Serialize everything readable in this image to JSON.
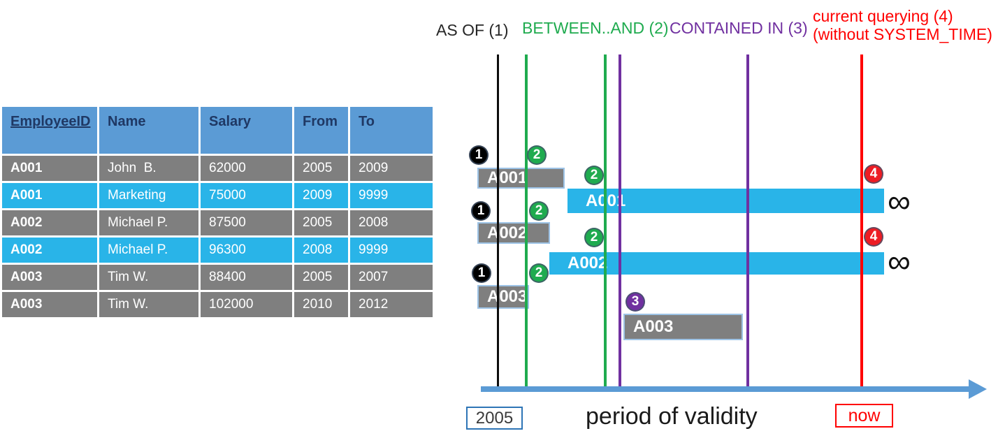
{
  "colors": {
    "header_blue": "#5B9BD5",
    "header_text": "#1F3864",
    "row_gray": "#7F7F7F",
    "row_cyan": "#29B4E8",
    "bar_border": "#9DC3E6",
    "axis_blue": "#5B9BD5",
    "green": "#1FAB4F",
    "purple": "#7030A0",
    "red": "#FF0000",
    "black_line": "#0D0D0D",
    "box_2005_border": "#2E75B6"
  },
  "table": {
    "headers": [
      "EmployeeID",
      "Name",
      "Salary",
      "From",
      "To"
    ],
    "rows": [
      {
        "cells": [
          "A001",
          "John  B.",
          "62000",
          "2005",
          "2009"
        ],
        "highlight": false
      },
      {
        "cells": [
          "A001",
          "Marketing",
          "75000",
          "2009",
          "9999"
        ],
        "highlight": true
      },
      {
        "cells": [
          "A002",
          "Michael P.",
          "87500",
          "2005",
          "2008"
        ],
        "highlight": false
      },
      {
        "cells": [
          "A002",
          "Michael P.",
          "96300",
          "2008",
          "9999"
        ],
        "highlight": true
      },
      {
        "cells": [
          "A003",
          "Tim W.",
          "88400",
          "2005",
          "2007"
        ],
        "highlight": false
      },
      {
        "cells": [
          "A003",
          "Tim W.",
          "102000",
          "2010",
          "2012"
        ],
        "highlight": false
      }
    ]
  },
  "legend": {
    "items": [
      {
        "label": "AS OF (1)",
        "color": "#262626"
      },
      {
        "label": "BETWEEN..AND (2)",
        "color": "#1FAB4F"
      },
      {
        "label": "CONTAINED IN (3)",
        "color": "#7030A0"
      },
      {
        "label": "current querying (4)",
        "label2": "(without SYSTEM_TIME)",
        "color": "#FF0000"
      }
    ]
  },
  "diagram": {
    "lines": [
      {
        "name": "as-of-line",
        "color": "#0D0D0D"
      },
      {
        "name": "between-start-line",
        "color": "#1FAB4F"
      },
      {
        "name": "between-end-line",
        "color": "#1FAB4F"
      },
      {
        "name": "contained-start-line",
        "color": "#7030A0"
      },
      {
        "name": "contained-end-line",
        "color": "#7030A0"
      },
      {
        "name": "now-line",
        "color": "#FF0000"
      }
    ],
    "bars": [
      {
        "label": "A001",
        "kind": "historical",
        "color": "#7F7F7F"
      },
      {
        "label": "A001",
        "kind": "current",
        "color": "#29B4E8"
      },
      {
        "label": "A002",
        "kind": "historical",
        "color": "#7F7F7F"
      },
      {
        "label": "A002",
        "kind": "current",
        "color": "#29B4E8"
      },
      {
        "label": "A003",
        "kind": "historical",
        "color": "#7F7F7F"
      },
      {
        "label": "A003",
        "kind": "historical",
        "color": "#7F7F7F"
      }
    ],
    "badges": [
      {
        "n": "1",
        "color": "#000000"
      },
      {
        "n": "2",
        "color": "#1FAB4F"
      },
      {
        "n": "2",
        "color": "#1FAB4F"
      },
      {
        "n": "4",
        "color": "#ED1C24"
      },
      {
        "n": "1",
        "color": "#000000"
      },
      {
        "n": "2",
        "color": "#1FAB4F"
      },
      {
        "n": "2",
        "color": "#1FAB4F"
      },
      {
        "n": "4",
        "color": "#ED1C24"
      },
      {
        "n": "1",
        "color": "#000000"
      },
      {
        "n": "2",
        "color": "#1FAB4F"
      },
      {
        "n": "3",
        "color": "#7030A0"
      }
    ],
    "infinity": [
      "∞",
      "∞"
    ],
    "axis": {
      "start_label": "2005",
      "label": "period of validity",
      "end_label": "now"
    }
  }
}
